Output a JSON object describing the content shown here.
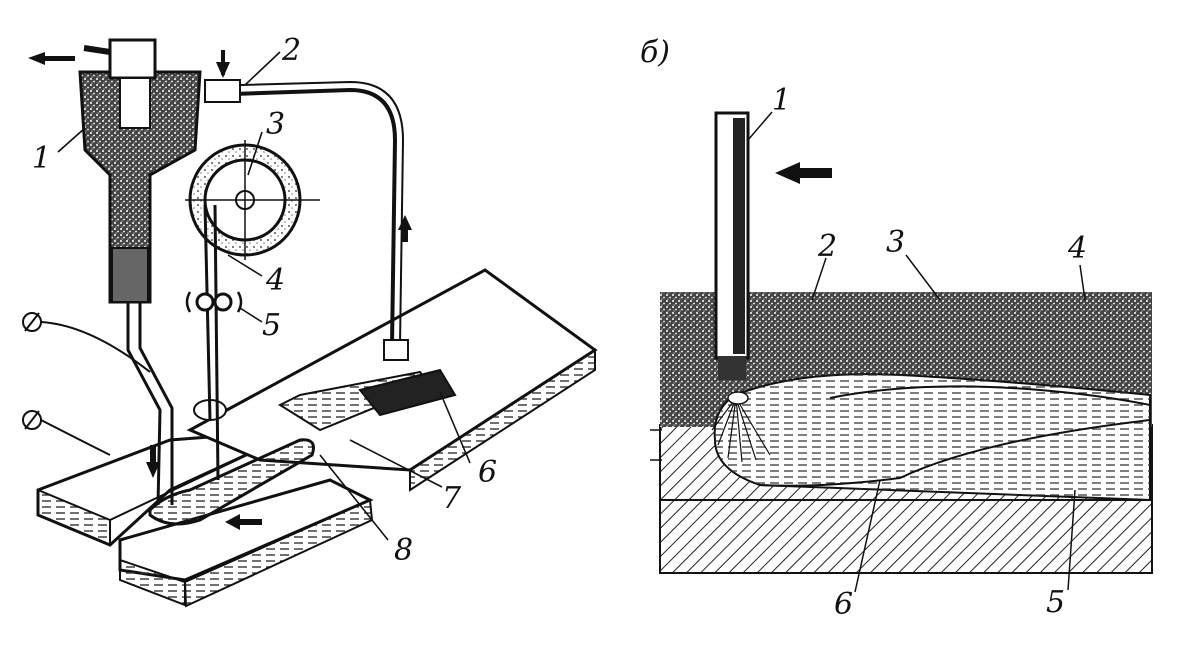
{
  "figure_left": {
    "labels": {
      "n1": "1",
      "n2": "2",
      "n3": "3",
      "n4": "4",
      "n5": "5",
      "n6": "6",
      "n7": "7",
      "n8": "8"
    }
  },
  "figure_right": {
    "panel_label": "б)",
    "labels": {
      "n1": "1",
      "n2": "2",
      "n3": "3",
      "n4": "4",
      "n5": "5",
      "n6": "6"
    }
  },
  "colors": {
    "ink": "#111111",
    "paper": "#ffffff"
  }
}
